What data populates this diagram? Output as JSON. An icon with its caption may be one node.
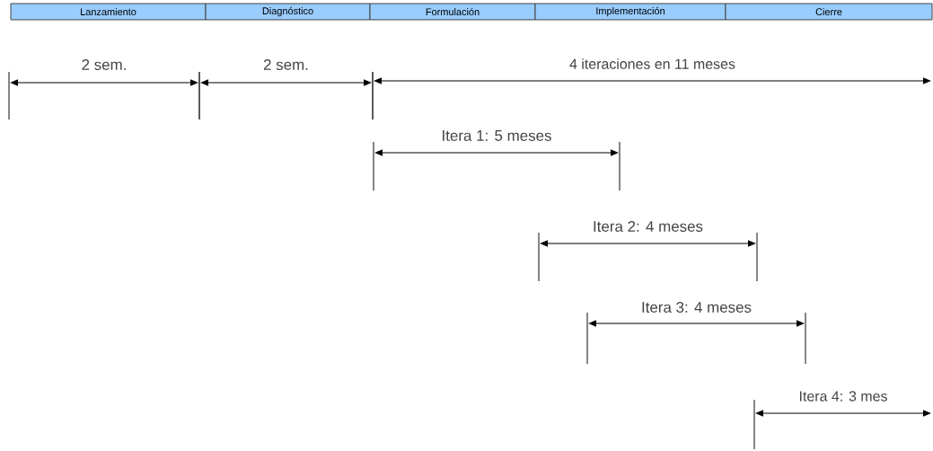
{
  "diagram": {
    "nodes": [
      {
        "text": [
          "Lanzamiento"
        ]
      },
      {
        "text": [
          "Diagnóstico"
        ]
      },
      {
        "text": [
          "Formulación"
        ]
      },
      {
        "text": [
          "Implementación"
        ]
      },
      {
        "text": [
          "Cierre"
        ]
      }
    ],
    "labels": [
      "2 sem.",
      "2 sem.",
      "4 iteraciones en 11 meses",
      "Itera 1: 5 meses",
      "Itera 2: 4 meses",
      "Itera 3: 4 meses",
      "Itera 4: 3 mes"
    ]
  }
}
